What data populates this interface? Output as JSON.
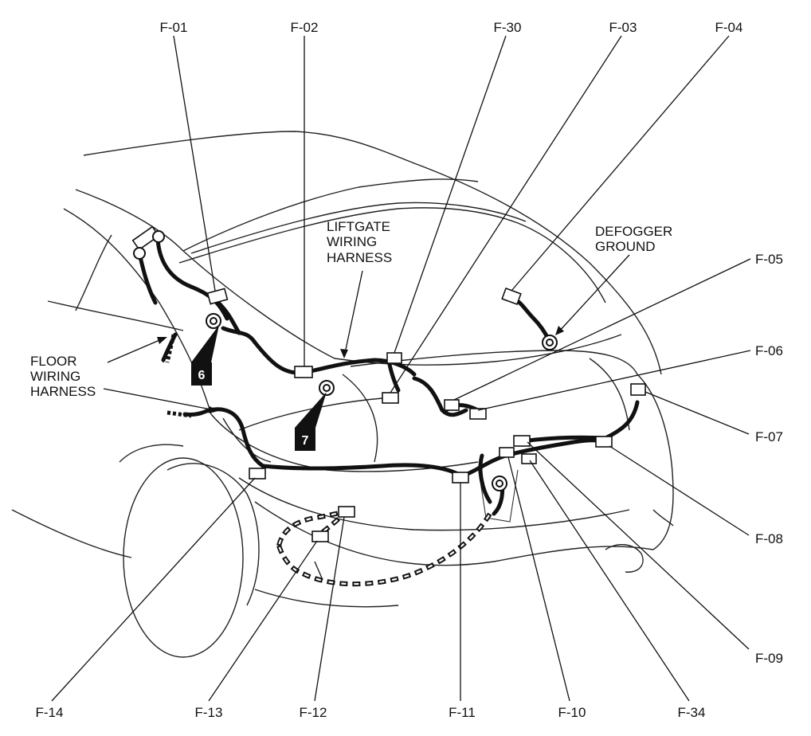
{
  "connectors": {
    "f01": "F-01",
    "f02": "F-02",
    "f30": "F-30",
    "f03": "F-03",
    "f04": "F-04",
    "f05": "F-05",
    "f06": "F-06",
    "f07": "F-07",
    "f08": "F-08",
    "f09": "F-09",
    "f34": "F-34",
    "f10": "F-10",
    "f11": "F-11",
    "f12": "F-12",
    "f13": "F-13",
    "f14": "F-14"
  },
  "harness_labels": {
    "liftgate": [
      "LIFTGATE",
      "WIRING",
      "HARNESS"
    ],
    "floor": [
      "FLOOR",
      "WIRING",
      "HARNESS"
    ],
    "defogger": [
      "DEFOGGER",
      "GROUND"
    ]
  },
  "callouts": {
    "six": "6",
    "seven": "7"
  }
}
